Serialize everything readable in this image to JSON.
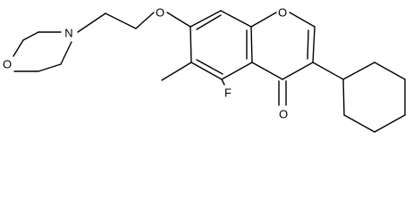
{
  "molecule": {
    "atoms": {
      "morpholine_o": "O",
      "morpholine_n": "N",
      "ether_o": "O",
      "ring_o": "O",
      "fluorine": "F",
      "carbonyl_o": "O"
    }
  },
  "colors": {
    "bond": "#000000",
    "label": "#000000",
    "background": "#ffffff"
  }
}
